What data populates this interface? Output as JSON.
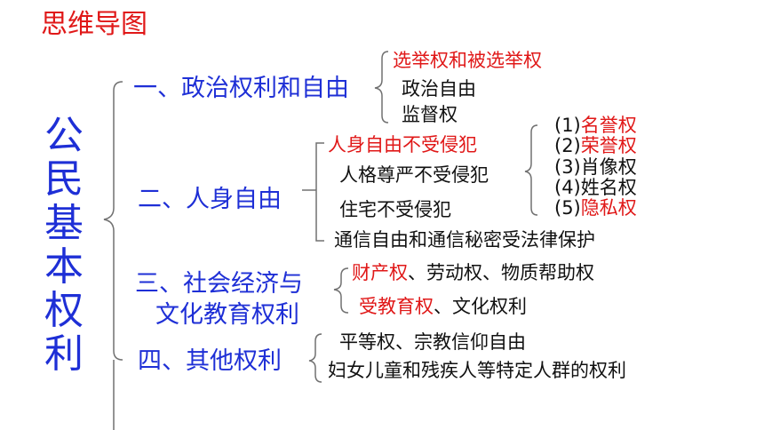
{
  "title": "思维导图",
  "root": "公民基本权利",
  "branches": [
    {
      "label": "一、政治权利和自由",
      "items": [
        {
          "text": "选举权和被选举权",
          "color": "#e01818"
        },
        {
          "text": "政治自由",
          "color": "#111111"
        },
        {
          "text": "监督权",
          "color": "#111111"
        }
      ]
    },
    {
      "label": "二、人身自由",
      "items": [
        {
          "text": "人身自由不受侵犯",
          "color": "#e01818"
        },
        {
          "text": "人格尊严不受侵犯",
          "color": "#111111"
        },
        {
          "text": "住宅不受侵犯",
          "color": "#111111"
        },
        {
          "text": "通信自由和通信秘密受法律保护",
          "color": "#111111"
        }
      ],
      "sub": [
        {
          "num": "(1)",
          "text": "名誉权",
          "color": "#e01818"
        },
        {
          "num": "(2)",
          "text": "荣誉权",
          "color": "#e01818"
        },
        {
          "num": "(3)",
          "text": "肖像权",
          "color": "#111111"
        },
        {
          "num": "(4)",
          "text": "姓名权",
          "color": "#111111"
        },
        {
          "num": "(5)",
          "text": "隐私权",
          "color": "#e01818"
        }
      ]
    },
    {
      "label_line1": "三、社会经济与",
      "label_line2": "文化教育权利",
      "items": [
        {
          "red": "财产权",
          "rest": "、劳动权、物质帮助权"
        },
        {
          "red": "受教育权",
          "rest": "、文化权利"
        }
      ]
    },
    {
      "label": "四、其他权利",
      "items": [
        {
          "text": "平等权、宗教信仰自由",
          "color": "#111111"
        },
        {
          "text": "妇女儿童和残疾人等特定人群的权利",
          "color": "#111111"
        }
      ]
    }
  ],
  "colors": {
    "accent_red": "#e01818",
    "accent_blue": "#1e2fd6",
    "text": "#111111",
    "line": "#707070"
  }
}
